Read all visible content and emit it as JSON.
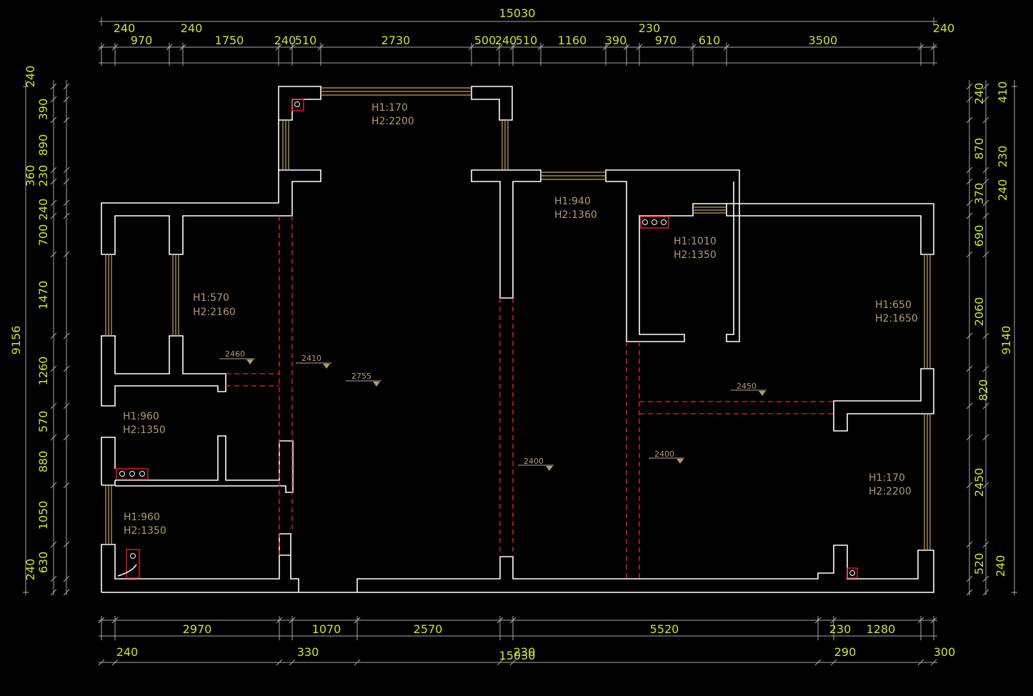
{
  "drawing": {
    "top_total": "15030",
    "bottom_total": "15030",
    "left_total": "9156",
    "right_total": "9140",
    "top_upper": [
      "240",
      "240",
      "230",
      "240"
    ],
    "top_lower": [
      "970",
      "1750",
      "240",
      "510",
      "2730",
      "500",
      "240",
      "510",
      "1160",
      "390",
      "970",
      "610",
      "3500"
    ],
    "bottom_upper": [
      "2970",
      "1070",
      "2570",
      "5520",
      "230",
      "1280"
    ],
    "bottom_lower": [
      "240",
      "330",
      "230",
      "290",
      "300"
    ],
    "left_dims": [
      "240",
      "390",
      "890",
      "360",
      "230",
      "240",
      "700",
      "1470",
      "1260",
      "570",
      "880",
      "1050",
      "630",
      "240"
    ],
    "right_inner": [
      "240",
      "870",
      "370",
      "690",
      "2060",
      "820",
      "2450",
      "520"
    ],
    "right_outer": [
      "410",
      "230",
      "240",
      "240"
    ],
    "window_notes": [
      {
        "h1": "H1:170",
        "h2": "H2:2200"
      },
      {
        "h1": "H1:940",
        "h2": "H2:1360"
      },
      {
        "h1": "H1:1010",
        "h2": "H2:1350"
      },
      {
        "h1": "H1:570",
        "h2": "H2:2160"
      },
      {
        "h1": "H1:650",
        "h2": "H2:1650"
      },
      {
        "h1": "H1:960",
        "h2": "H2:1350"
      },
      {
        "h1": "H1:960",
        "h2": "H2:1350"
      },
      {
        "h1": "H1:170",
        "h2": "H2:2200"
      }
    ],
    "levels": [
      "2460",
      "2410",
      "2755",
      "2450",
      "2400",
      "2400"
    ],
    "colors": {
      "dimension_text": "#c8e61e",
      "note_text": "#b49a6e",
      "wall": "#ffffff",
      "beam": "#ff2020",
      "background": "#000000"
    }
  }
}
